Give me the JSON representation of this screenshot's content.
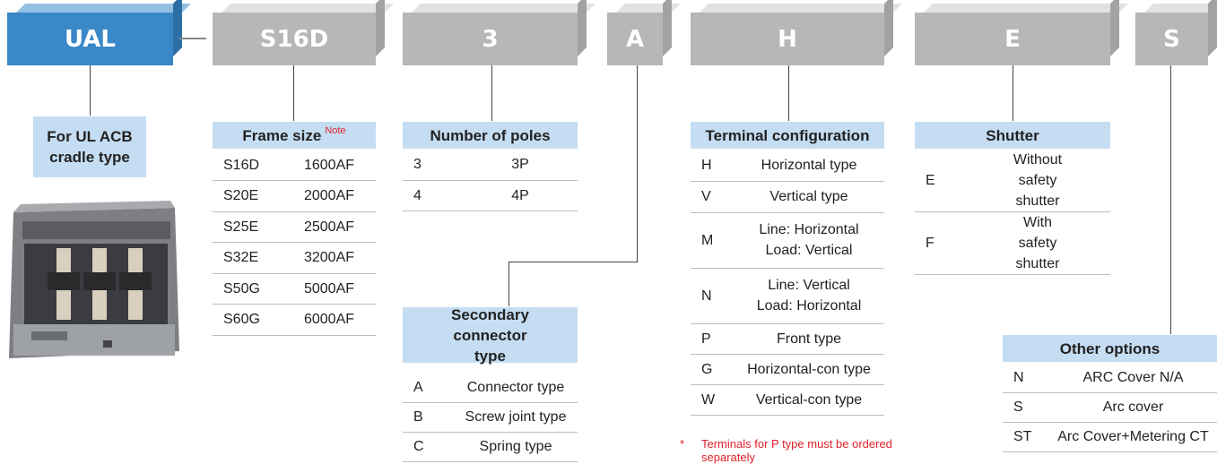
{
  "code": {
    "series": "UAL",
    "frame": "S16D",
    "poles": "3",
    "secondary": "A",
    "terminal": "H",
    "shutter": "E",
    "other": "S"
  },
  "series_label": "For UL ACB cradle type",
  "frame_size": {
    "title": "Frame size",
    "note": "Note",
    "rows": [
      [
        "S16D",
        "1600AF"
      ],
      [
        "S20E",
        "2000AF"
      ],
      [
        "S25E",
        "2500AF"
      ],
      [
        "S32E",
        "3200AF"
      ],
      [
        "S50G",
        "5000AF"
      ],
      [
        "S60G",
        "6000AF"
      ]
    ]
  },
  "poles": {
    "title": "Number of poles",
    "rows": [
      [
        "3",
        "3P"
      ],
      [
        "4",
        "4P"
      ]
    ]
  },
  "secondary_connector": {
    "title": "Secondary connector type",
    "rows": [
      [
        "A",
        "Connector type"
      ],
      [
        "B",
        "Screw joint type"
      ],
      [
        "C",
        "Spring type"
      ]
    ]
  },
  "terminal": {
    "title": "Terminal configuration",
    "rows": [
      [
        "H",
        "Horizontal type"
      ],
      [
        "V",
        "Vertical type"
      ],
      [
        "M",
        "Line: Horizontal Load: Vertical"
      ],
      [
        "N",
        "Line: Vertical Load: Horizontal"
      ],
      [
        "P",
        "Front type"
      ],
      [
        "G",
        "Horizontal-con type"
      ],
      [
        "W",
        "Vertical-con type"
      ]
    ],
    "footnote_mark": "*",
    "footnote": "Terminals for P type must be ordered separately"
  },
  "shutter": {
    "title": "Shutter",
    "rows": [
      [
        "E",
        "Without safety shutter"
      ],
      [
        "F",
        "With safety shutter"
      ]
    ]
  },
  "other_options": {
    "title": "Other options",
    "rows": [
      [
        "N",
        "ARC Cover N/A"
      ],
      [
        "S",
        "Arc cover"
      ],
      [
        "ST",
        "Arc Cover+Metering CT"
      ]
    ]
  },
  "colors": {
    "blue_box": "#3a88c8",
    "gray_box": "#b7b7b7",
    "header_bg": "#c5ddf2",
    "note_red": "#e0202c"
  }
}
